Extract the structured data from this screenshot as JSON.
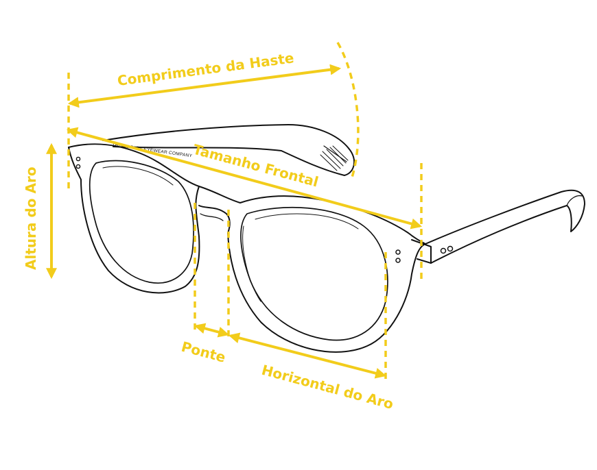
{
  "colors": {
    "accent": "#f2cc1b",
    "ink": "#111111",
    "background": "#ffffff"
  },
  "frame": {
    "brand_text": "THE ROCKET EYEWEAR COMPANY"
  },
  "labels": {
    "temple_length": "Comprimento da Haste",
    "frame_width": "Tamanho Frontal",
    "lens_height": "Altura do Aro",
    "bridge": "Ponte",
    "lens_width": "Horizontal do Aro"
  }
}
